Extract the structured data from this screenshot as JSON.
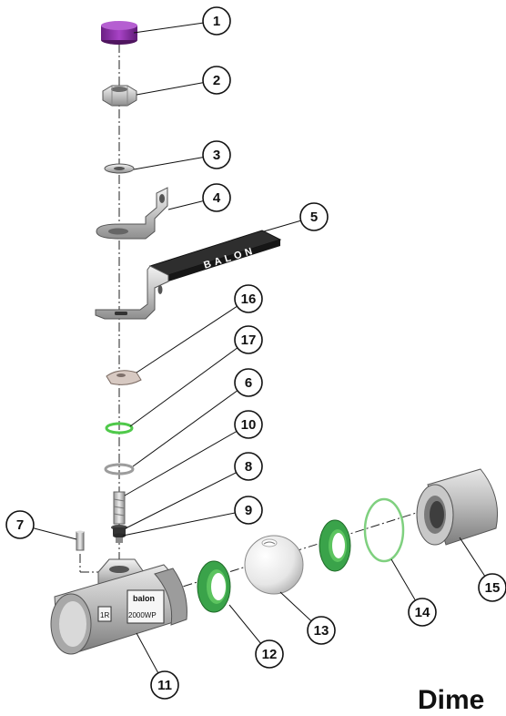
{
  "callouts": [
    "1",
    "2",
    "3",
    "4",
    "5",
    "16",
    "17",
    "6",
    "10",
    "8",
    "9",
    "7",
    "15",
    "14",
    "13",
    "12",
    "11"
  ],
  "handle_text": "BALON",
  "body_text": {
    "size": "1R",
    "brand": "balon",
    "rating": "2000WP"
  },
  "heading": "Dime",
  "colors": {
    "cap": "#8a2fa6",
    "seat": "#3aa34a",
    "seat_light": "#5cc45f",
    "oring": "#4fc94a",
    "metal": "#c9c9c9",
    "handle": "#2e2e2e"
  }
}
